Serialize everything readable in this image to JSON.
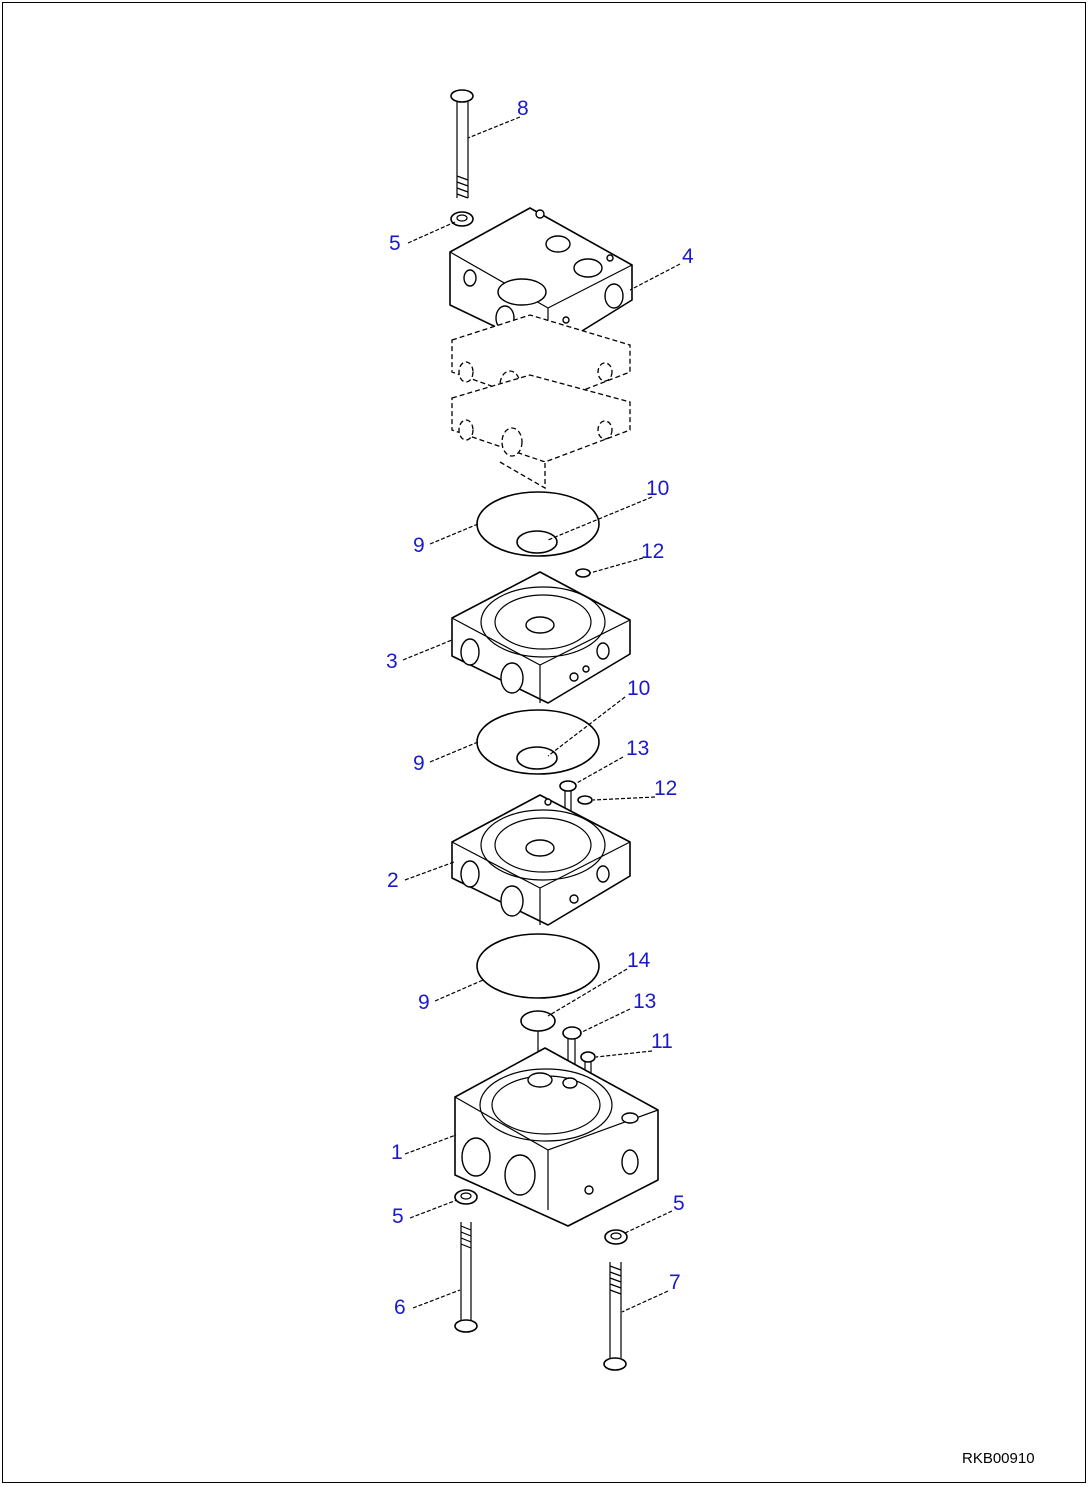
{
  "diagram": {
    "drawing_code": "RKB00910",
    "callouts": [
      {
        "label": "8"
      },
      {
        "label": "5"
      },
      {
        "label": "4"
      },
      {
        "label": "10"
      },
      {
        "label": "9"
      },
      {
        "label": "12"
      },
      {
        "label": "3"
      },
      {
        "label": "10"
      },
      {
        "label": "9"
      },
      {
        "label": "13"
      },
      {
        "label": "12"
      },
      {
        "label": "2"
      },
      {
        "label": "9"
      },
      {
        "label": "14"
      },
      {
        "label": "13"
      },
      {
        "label": "11"
      },
      {
        "label": "1"
      },
      {
        "label": "5"
      },
      {
        "label": "5"
      },
      {
        "label": "6"
      },
      {
        "label": "7"
      }
    ],
    "colors": {
      "callout": "#1a1acc",
      "line": "#000000"
    }
  }
}
